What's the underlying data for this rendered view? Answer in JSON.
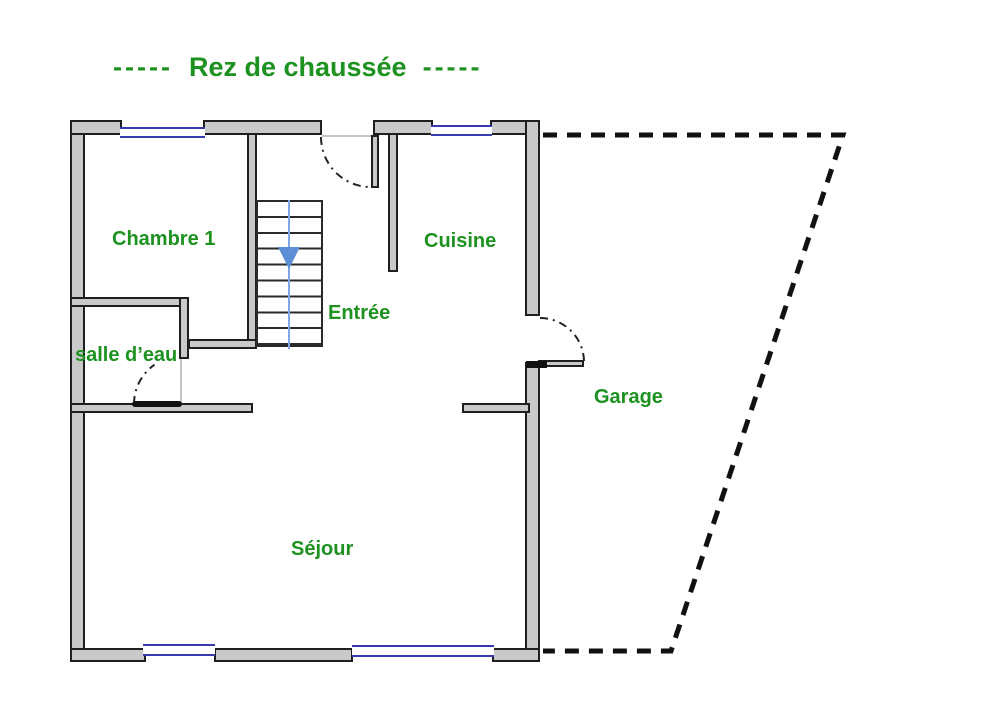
{
  "title": {
    "dashes_left": "-----",
    "text": "Rez de chaussée",
    "dashes_right": "-----"
  },
  "rooms": {
    "chambre1": {
      "label": "Chambre 1"
    },
    "cuisine": {
      "label": "Cuisine"
    },
    "entree": {
      "label": "Entrée"
    },
    "salle_deau": {
      "label": "salle d’eau"
    },
    "garage": {
      "label": "Garage"
    },
    "sejour": {
      "label": "Séjour"
    }
  },
  "colors": {
    "green": "#1d9220",
    "wall": "#c9c9c9",
    "wall_border": "#1f1f1f",
    "win_blue": "#3a3ab0",
    "stair_blue": "#82a7e6",
    "arrow_blue": "#5d8ed8"
  }
}
